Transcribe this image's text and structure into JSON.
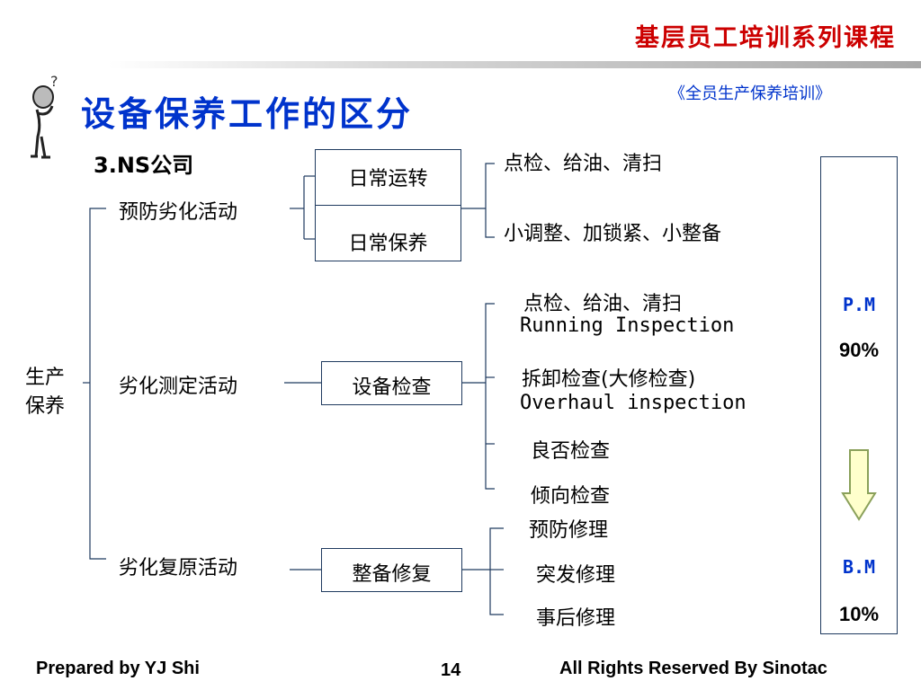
{
  "header": {
    "series_title": "基层员工培训系列课程",
    "subtitle": "《全员生产保养培训》",
    "title": "设备保养工作的区分"
  },
  "section_label": "3.NS公司",
  "root": "生产\n保养",
  "root_lines": [
    "生产",
    "保养"
  ],
  "activities": {
    "prevent": "预防劣化活动",
    "measure": "劣化测定活动",
    "restore": "劣化复原活动"
  },
  "boxes": {
    "daily_run": "日常运转",
    "daily_maint": "日常保养",
    "inspect": "设备检查",
    "repair": "整备修复"
  },
  "leaves": {
    "daily_run_1": "点检、给油、清扫",
    "daily_maint_1": "小调整、加锁紧、小整备",
    "inspect_1": "点检、给油、清扫",
    "inspect_1_en": "Running Inspection",
    "inspect_2": "拆卸检查(大修检查)",
    "inspect_2_en": "Overhaul inspection",
    "inspect_3": "良否检查",
    "inspect_4": "倾向检查",
    "repair_1": "预防修理",
    "repair_2": "突发修理",
    "repair_3": "事后修理"
  },
  "ratio_panel": {
    "pm_label": "P.M",
    "pm_pct": "90%",
    "bm_label": "B.M",
    "bm_pct": "10%"
  },
  "footer": {
    "left": "Prepared by YJ Shi",
    "page": "14",
    "right": "All Rights Reserved By Sinotac"
  },
  "colors": {
    "series_red": "#cc0000",
    "title_blue": "#0033cc",
    "arrow_fill": "#ffffcc",
    "arrow_stroke": "#8aa05a"
  },
  "icons": {
    "thinking_figure": "thinking-person-icon",
    "down_arrow": "down-arrow-icon"
  }
}
